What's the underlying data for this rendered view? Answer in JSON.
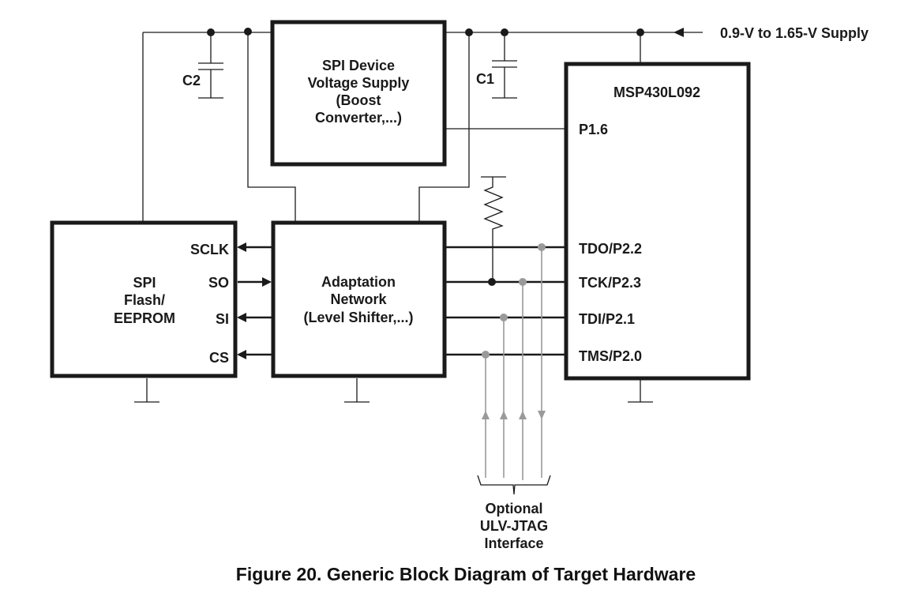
{
  "supply": {
    "label": "0.9-V to 1.65-V Supply"
  },
  "capacitors": {
    "c1": "C1",
    "c2": "C2"
  },
  "blocks": {
    "voltage_supply": {
      "lines": [
        "SPI Device",
        "Voltage Supply",
        "(Boost",
        "Converter,...)"
      ]
    },
    "spi_flash": {
      "lines": [
        "SPI",
        "Flash/",
        "EEPROM"
      ],
      "pins": [
        "SCLK",
        "SO",
        "SI",
        "CS"
      ]
    },
    "adaptation": {
      "lines": [
        "Adaptation",
        "Network",
        "(Level Shifter,...)"
      ]
    },
    "mcu": {
      "name": "MSP430L092",
      "pins": [
        "P1.6",
        "TDO/P2.2",
        "TCK/P2.3",
        "TDI/P2.1",
        "TMS/P2.0"
      ]
    }
  },
  "jtag": {
    "lines": [
      "Optional",
      "ULV-JTAG",
      "Interface"
    ]
  },
  "caption": "Figure 20. Generic Block Diagram of Target Hardware",
  "colors": {
    "line": "#1a1a1a",
    "jtag": "#9a9a9a"
  }
}
